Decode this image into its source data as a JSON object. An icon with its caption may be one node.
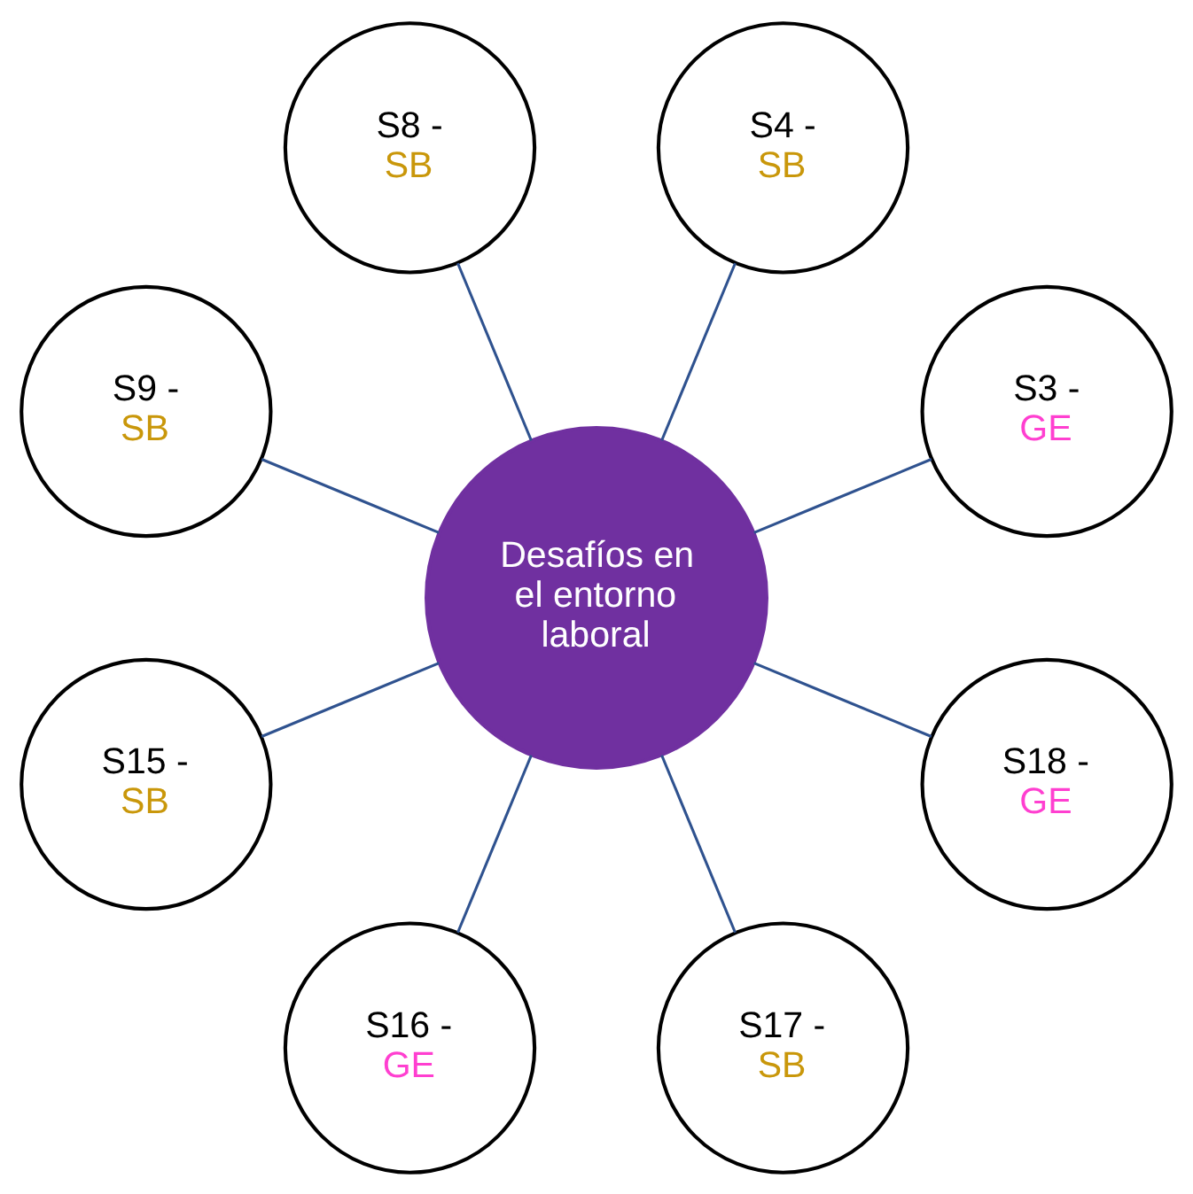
{
  "diagram": {
    "nodes": [
      {
        "text": [
          "Desafíos en el entorno laboral"
        ]
      },
      {
        "text": [
          "S3 - GE"
        ]
      },
      {
        "text": [
          "S4 - SB"
        ]
      },
      {
        "text": [
          "S8 - SB"
        ]
      },
      {
        "text": [
          "S9 - SB"
        ]
      },
      {
        "text": [
          "S15 - SB"
        ]
      },
      {
        "text": [
          "S16 - GE"
        ]
      },
      {
        "text": [
          "S17 - SB"
        ]
      },
      {
        "text": [
          "S18 - GE"
        ]
      }
    ],
    "edges": [
      {
        "from": 0,
        "to": 1,
        "arrow": "none"
      },
      {
        "from": 0,
        "to": 2,
        "arrow": "none"
      },
      {
        "from": 0,
        "to": 3,
        "arrow": "none"
      },
      {
        "from": 0,
        "to": 4,
        "arrow": "none"
      },
      {
        "from": 0,
        "to": 5,
        "arrow": "none"
      },
      {
        "from": 0,
        "to": 6,
        "arrow": "none"
      },
      {
        "from": 0,
        "to": 7,
        "arrow": "none"
      },
      {
        "from": 0,
        "to": 8,
        "arrow": "none"
      }
    ]
  }
}
